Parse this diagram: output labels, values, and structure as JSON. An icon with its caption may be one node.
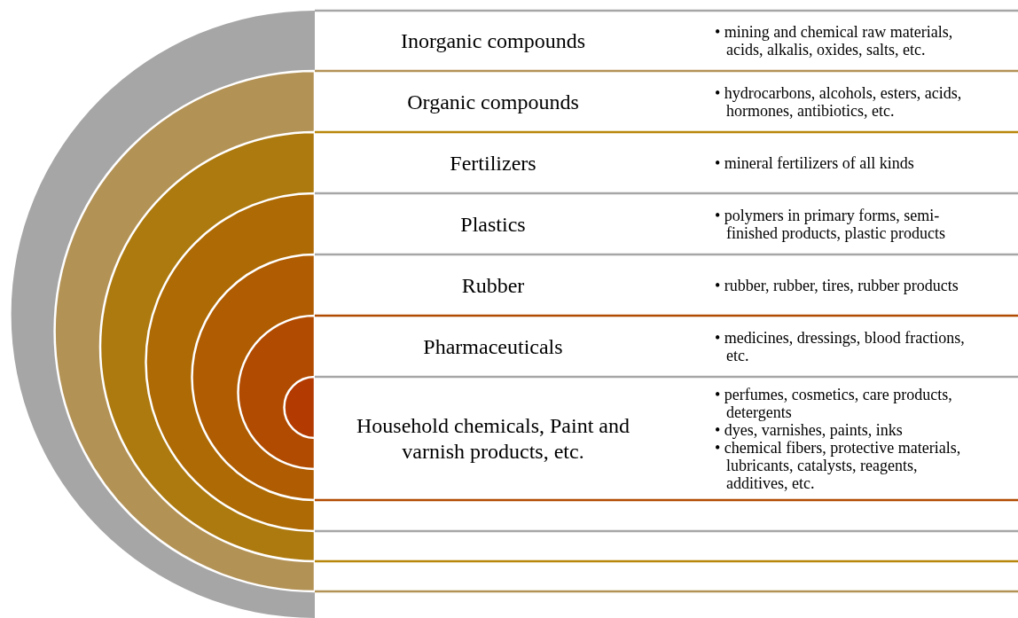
{
  "diagram": {
    "nodes": [
      {
        "text": [
          "Inorganic compounds",
          "• mining and chemical raw materials, acids, alkalis, oxides, salts, etc."
        ]
      },
      {
        "text": [
          "Organic compounds",
          "• hydrocarbons, alcohols, esters, acids, hormones, antibiotics, etc."
        ]
      },
      {
        "text": [
          "Fertilizers",
          "• mineral fertilizers of all kinds"
        ]
      },
      {
        "text": [
          "Plastics",
          "• polymers in primary forms, semi-finished products, plastic products"
        ]
      },
      {
        "text": [
          "Rubber",
          "• rubber, rubber, tires, rubber products"
        ]
      },
      {
        "text": [
          "Pharmaceuticals",
          "• medicines, dressings, blood fractions, etc."
        ]
      },
      {
        "text": [
          "Household chemicals, Paint and varnish products, etc.",
          "• perfumes, cosmetics, care products, detergents",
          "• dyes, varnishes, paints, inks",
          "• chemical fibers, protective materials, lubricants, catalysts, reagents, additives, etc."
        ]
      }
    ]
  }
}
